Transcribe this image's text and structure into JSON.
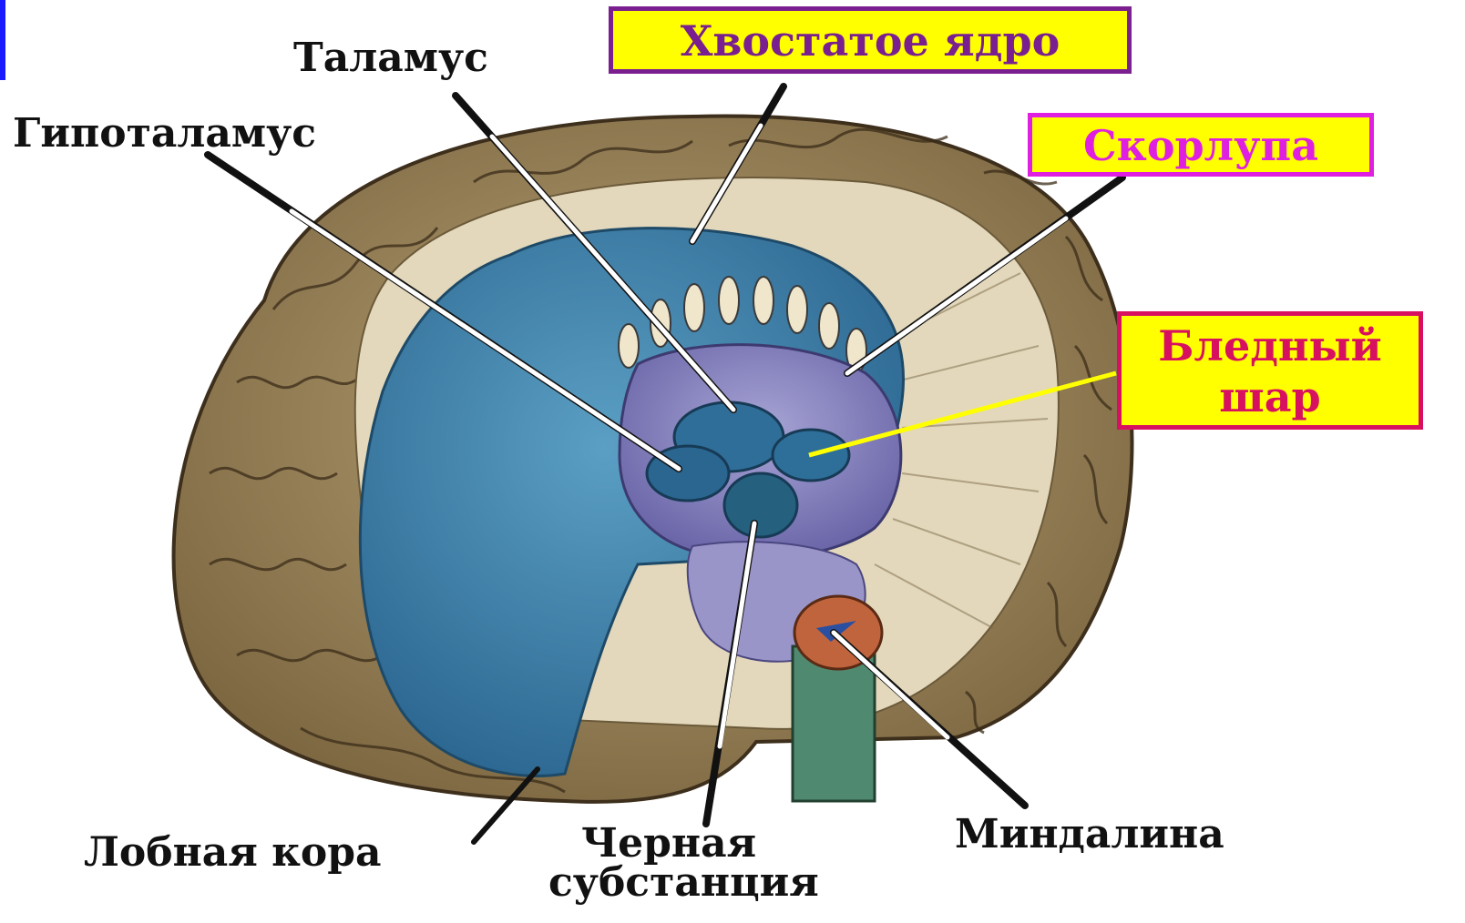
{
  "labels": {
    "thalamus": "Таламус",
    "hypothalamus": "Гипоталамус",
    "caudate_nucleus": "Хвостатое ядро",
    "putamen": "Скорлупа",
    "globus_pallidus_line1": "Бледный",
    "globus_pallidus_line2": "шар",
    "frontal_cortex": "Лобная кора",
    "substantia_nigra_line1": "Черная",
    "substantia_nigra_line2": "субстанция",
    "amygdala": "Миндалина"
  },
  "colors": {
    "box_fill": "#ffff00",
    "caudate_border": "#7a1f8f",
    "putamen_border": "#e020e0",
    "pallidus_border": "#d81060",
    "caudate_text": "#7a1f8f",
    "putamen_text": "#e020e0",
    "pallidus_text": "#d81060",
    "pallidus_pointer": "#ffff00",
    "pointer_line": "#ffffff",
    "pointer_outline": "#111111",
    "cortex": "#9c8357",
    "white_matter": "#e3d8bb",
    "basal_ganglia_blue": "#3f7fa6",
    "putamen_purple": "#7d79b8",
    "amygdala": "#c0643e",
    "brainstem": "#4f8a70"
  }
}
